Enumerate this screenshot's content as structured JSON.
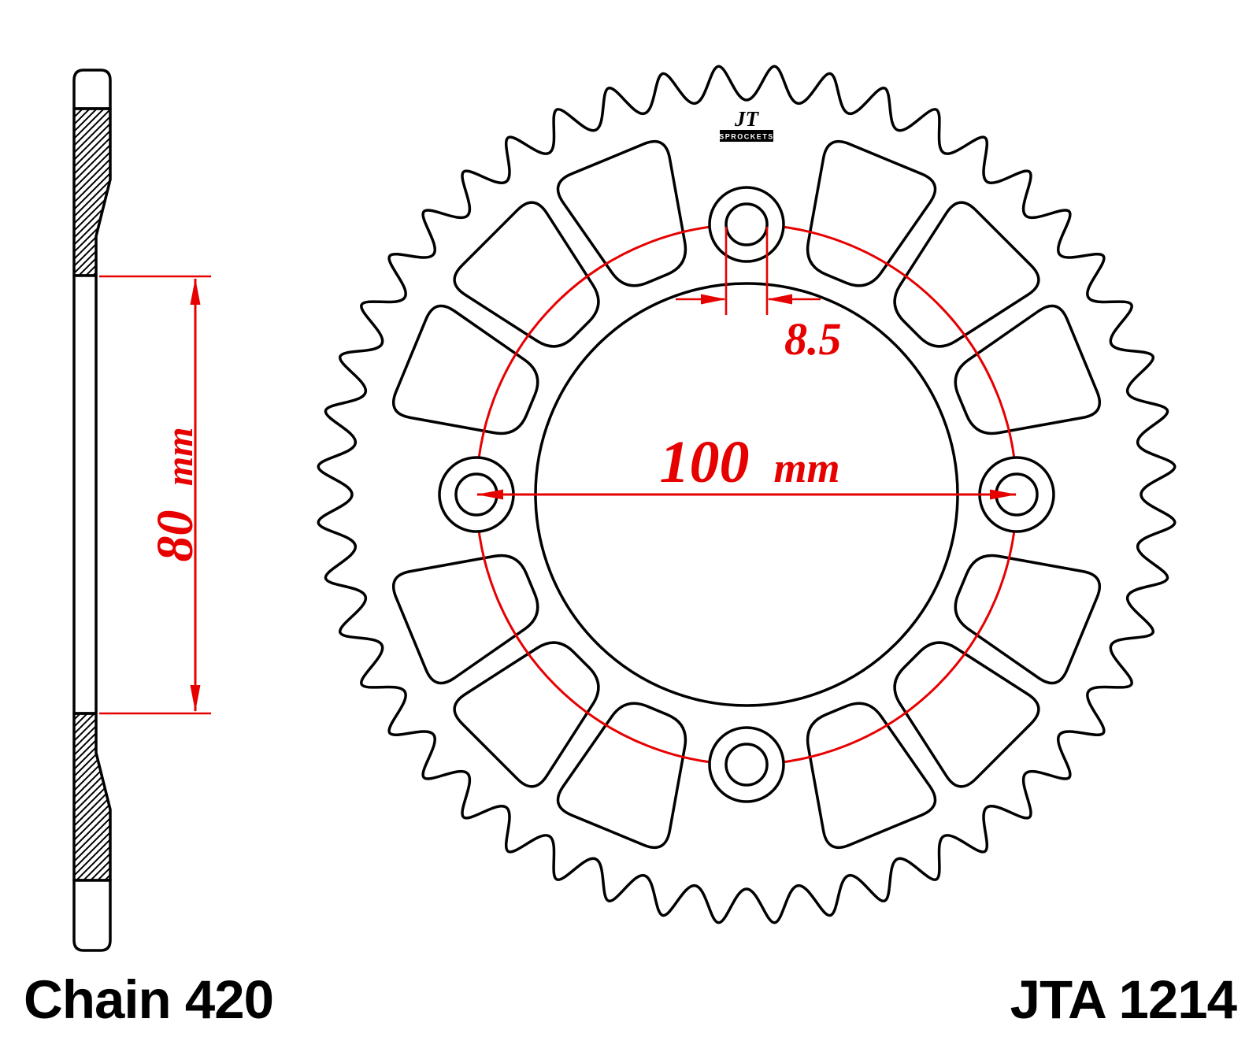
{
  "colors": {
    "outline": "#000000",
    "dimension": "#e60000",
    "background": "#ffffff"
  },
  "labels": {
    "chain": "Chain 420",
    "part_number": "JTA 1214"
  },
  "logo": {
    "brand": "JT",
    "sub": "SPROCKETS"
  },
  "dimensions": {
    "bolt_circle_diameter": {
      "value": "100",
      "unit": "mm"
    },
    "bolt_hole_diameter": {
      "value": "8.5"
    },
    "mounting_width": {
      "value": "80",
      "unit": "mm"
    }
  }
}
